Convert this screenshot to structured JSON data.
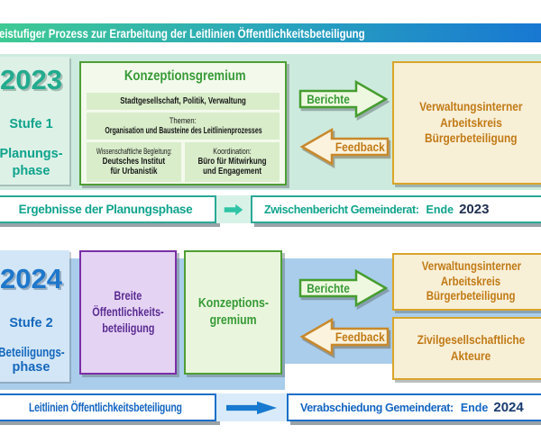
{
  "header": {
    "title": "Zweistufiger Prozess zur Erarbeitung der Leitlinien Öffentlichkeitsbeteiligung"
  },
  "stage1": {
    "year": "2023",
    "stage_label": "Stufe 1",
    "phase": [
      "Planungs-",
      "phase"
    ],
    "gremium": {
      "title": "Konzeptionsgremium",
      "members": "Stadtgesellschaft, Politik, Verwaltung",
      "themen_label": "Themen:",
      "themen_value": "Organisation und Bausteine des Leitlinienprozesses",
      "begleitung_label": "Wissenschaftliche Begleitung:",
      "begleitung_value": [
        "Deutsches Institut",
        "für Urbanistik"
      ],
      "koordination_label": "Koordination:",
      "koordination_value": [
        "Büro für Mitwirkung",
        "und Engagement"
      ]
    },
    "arrow_berichte": "Berichte",
    "arrow_feedback": "Feedback",
    "partner_box": [
      "Verwaltungsinterner",
      "Arbeitskreis",
      "Bürgerbeteiligung"
    ],
    "result_label": "Ergebnisse der Planungsphase",
    "milestone_label": "Zwischenbericht Gemeinderat:",
    "milestone_ende": "Ende",
    "milestone_year": "2023"
  },
  "stage2": {
    "year": "2024",
    "stage_label": "Stufe 2",
    "phase": [
      "Beteiligungs-",
      "phase"
    ],
    "breite_box": [
      "Breite",
      "Öffentlichkeits-",
      "beteiligung"
    ],
    "gremium_box": [
      "Konzeptions-",
      "gremium"
    ],
    "arrow_berichte": "Berichte",
    "arrow_feedback": "Feedback",
    "partner_box1": [
      "Verwaltungsinterner",
      "Arbeitskreis",
      "Bürgerbeteiligung"
    ],
    "partner_box2": [
      "Zivilgesellschaftliche",
      "Akteure"
    ],
    "result_label": "Leitlinien Öffentlichkeitsbeteiligung",
    "milestone_label": "Verabschiedung Gemeinderat:",
    "milestone_ende": "Ende",
    "milestone_year": "2024"
  },
  "colors": {
    "header_gradient_left": "#3fca93",
    "header_gradient_mid": "#2aa6bc",
    "header_gradient_right": "#1878d2",
    "stage1_bg": "#cdeade",
    "stage1_accent": "#0fa38c",
    "stage2_bg": "#a9cdeb",
    "stage2_accent": "#1467bd",
    "green_accent": "#379a36",
    "orange_accent": "#c17a15",
    "purple_accent": "#5a2b91",
    "milestone_year_navy": "#1f2e4e"
  }
}
